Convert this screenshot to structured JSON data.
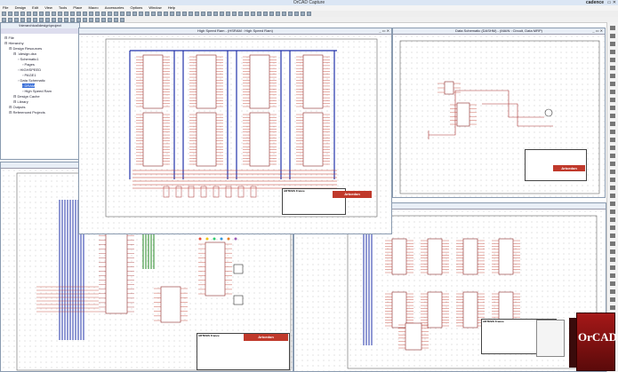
{
  "window": {
    "title": "OrCAD Capture"
  },
  "brand": {
    "name": "cadence"
  },
  "menu": [
    "File",
    "Design",
    "Edit",
    "View",
    "Tools",
    "Place",
    "Macro",
    "Accessories",
    "Options",
    "Window",
    "Help"
  ],
  "project_panel": {
    "title": "\\hierarchical\\design\\project",
    "items": [
      {
        "label": "File",
        "level": 0
      },
      {
        "label": "Hierarchy",
        "level": 0
      },
      {
        "label": "Design Resources",
        "level": 1
      },
      {
        "label": ".\\design.dsn",
        "level": 2
      },
      {
        "label": "Schematic1",
        "level": 3
      },
      {
        "label": "Pages",
        "level": 4
      },
      {
        "label": "HIGHSPEED",
        "level": 3
      },
      {
        "label": "PAGE1",
        "level": 4
      },
      {
        "label": "Data Schematic",
        "level": 3
      },
      {
        "label": "DRAM",
        "level": 4
      },
      {
        "label": "High Speed Ram",
        "level": 4
      },
      {
        "label": "Design Cache",
        "level": 2
      },
      {
        "label": "Library",
        "level": 2
      },
      {
        "label": "Outputs",
        "level": 1
      },
      {
        "label": "Referenced Projects",
        "level": 1
      }
    ]
  },
  "windows": {
    "high_speed": {
      "title": "High Speed Ram - (HSRAM : High Speed Ram)"
    },
    "data_schematic": {
      "title": "Data Schematic (DASHM) - (MAIN : Circuit, Data MRP)"
    }
  },
  "title_block": {
    "company": "ARTESIS France",
    "logo": "Artcedon"
  },
  "product": {
    "name": "OrCAD"
  },
  "colors": {
    "wire": "#c0392b",
    "bus": "#2233aa",
    "net": "#0a7a0a",
    "accent": "#e64a19"
  }
}
